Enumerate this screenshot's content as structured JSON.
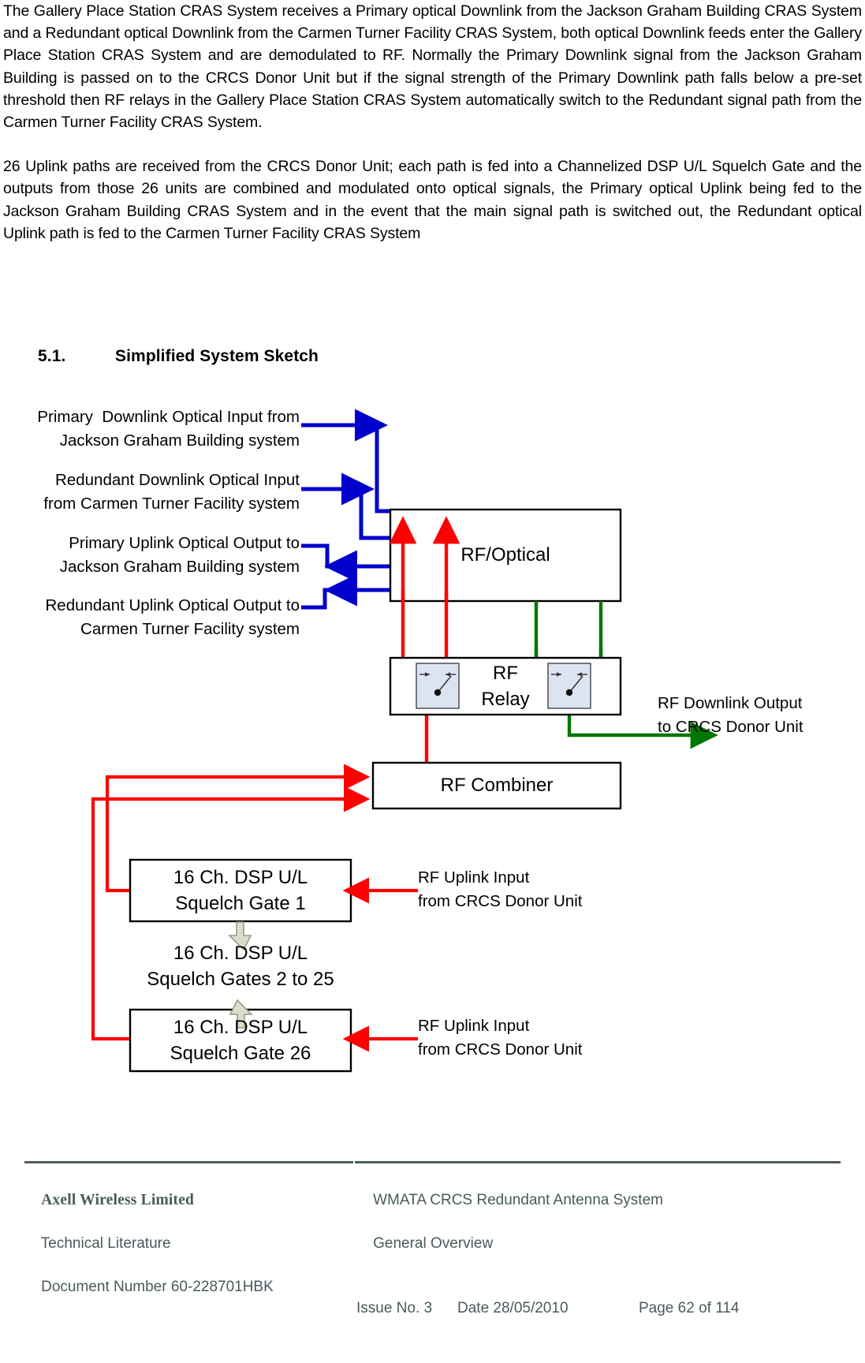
{
  "document": {
    "paragraphs": [
      "The Gallery Place Station CRAS System receives a Primary optical Downlink from the Jackson Graham Building CRAS System and a Redundant optical Downlink from the Carmen Turner Facility CRAS System, both optical Downlink feeds enter the Gallery Place Station CRAS System and are demodulated to RF. Normally the Primary Downlink signal from the Jackson Graham Building is passed on to the CRCS Donor Unit but if the signal strength of the Primary Downlink path falls below a pre-set threshold then RF relays in the Gallery Place Station CRAS System automatically switch to the Redundant signal path from the Carmen Turner Facility CRAS System.",
      "26 Uplink paths are received from the CRCS Donor Unit; each path is fed into a Channelized DSP U/L Squelch Gate and the outputs from those 26 units are combined and modulated onto optical signals, the Primary optical Uplink being fed to the Jackson Graham Building CRAS System and in the event that the main signal path is switched out, the Redundant optical Uplink path is fed to the Carmen Turner Facility CRAS System"
    ]
  },
  "heading": {
    "number": "5.1.",
    "title": "Simplified System Sketch"
  },
  "diagram": {
    "colors": {
      "optical_blue": "#0000CC",
      "uplink_red": "#FF0000",
      "downlink_green": "#007700",
      "box_stroke": "#000000",
      "relay_fill": "#DCE3F2",
      "block_arrow_fill": "#DDDDCC",
      "block_arrow_stroke": "#9A9A86"
    },
    "labels": {
      "primary_downlink_in": "Primary  Downlink Optical Input from\nJackson Graham Building system",
      "redundant_downlink_in": "Redundant Downlink Optical Input\nfrom Carmen Turner Facility system",
      "primary_uplink_out": "Primary Uplink Optical Output to\nJackson Graham Building system",
      "redundant_uplink_out": "Redundant Uplink Optical Output to\nCarmen Turner Facility system",
      "rf_downlink_output": "RF Downlink Output\nto CRCS Donor Unit",
      "rf_uplink_input_1": "RF Uplink Input\nfrom CRCS Donor Unit",
      "rf_uplink_input_26": "RF Uplink Input\nfrom CRCS Donor Unit"
    },
    "blocks": {
      "rf_optical": "RF/Optical",
      "rf_relay": "RF\nRelay",
      "rf_combiner": "RF Combiner",
      "dsp_gate_1": "16 Ch. DSP U/L\nSquelch Gate 1",
      "dsp_gates_mid": "16 Ch. DSP U/L\nSquelch Gates 2 to 25",
      "dsp_gate_26": "16 Ch. DSP U/L\nSquelch Gate 26"
    }
  },
  "footer": {
    "company": "Axell Wireless Limited",
    "department": "Technical Literature",
    "document_number": "Document Number 60-228701HBK",
    "project": "WMATA CRCS Redundant Antenna System",
    "subtitle": "General Overview",
    "issue": "Issue No. 3",
    "date": "Date 28/05/2010",
    "page": "Page 62 of 114"
  }
}
